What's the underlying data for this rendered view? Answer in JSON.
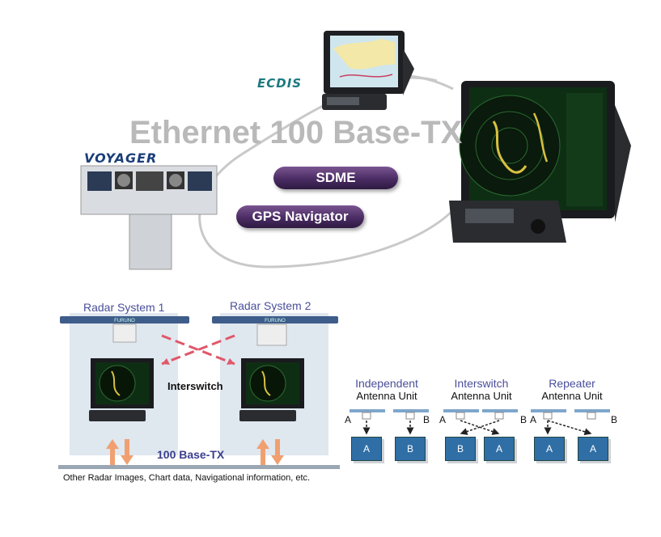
{
  "headline": "Ethernet 100 Base-TX",
  "pills": {
    "sdme": "SDME",
    "gps": "GPS Navigator"
  },
  "logos": {
    "ecdis": "ECDIS",
    "voyager": "VOYAGER"
  },
  "radar_systems": {
    "left": "Radar System 1",
    "right": "Radar System 2"
  },
  "interswitch_label": "Interswitch",
  "network_label": "100 Base-TX",
  "bottom_caption": "Other Radar Images, Chart data, Navigational information, etc.",
  "modes": [
    {
      "title": "Independent",
      "subtitle": "Antenna Unit",
      "left_letter": "A",
      "right_letter": "B",
      "display_left": "A",
      "display_right": "B"
    },
    {
      "title": "Interswitch",
      "subtitle": "Antenna Unit",
      "left_letter": "A",
      "right_letter": "B",
      "display_left": "B",
      "display_right": "A"
    },
    {
      "title": "Repeater",
      "subtitle": "Antenna Unit",
      "left_letter": "A",
      "right_letter": "B",
      "display_left": "A",
      "display_right": "A"
    }
  ],
  "antenna_brand": "FURUNO",
  "colors": {
    "accent_purple": "#4a2c63",
    "label_blue": "#4a4f9a",
    "ecdis_teal": "#1d7a80",
    "display_blue": "#2f6fa6",
    "arrow_orange": "#f0a070",
    "cross_red": "#e0586a"
  }
}
